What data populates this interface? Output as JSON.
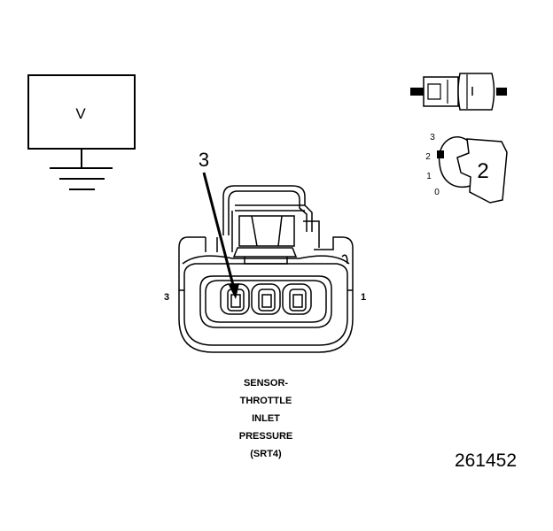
{
  "meter": {
    "label": "V"
  },
  "callout": {
    "pin_label": "3"
  },
  "connector": {
    "left_pin": "3",
    "right_pin": "1"
  },
  "key_view": {
    "scale_3": "3",
    "scale_2": "2",
    "scale_1": "1",
    "scale_0": "0",
    "position": "2"
  },
  "caption": {
    "line1": "SENSOR-",
    "line2": "THROTTLE",
    "line3": "INLET",
    "line4": "PRESSURE",
    "line5": "(SRT4)"
  },
  "figure_number": "261452"
}
